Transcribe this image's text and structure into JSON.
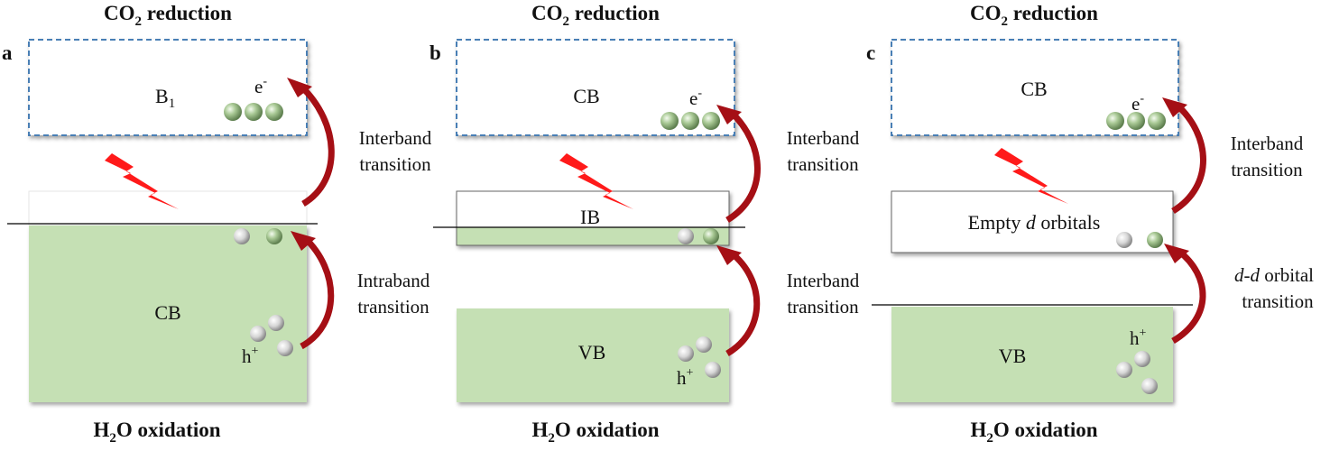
{
  "panels": [
    {
      "letter": "a",
      "top_header": {
        "pre": "CO",
        "sub": "2",
        "post": " reduction"
      },
      "bottom_header": {
        "pre": "H",
        "sub": "2",
        "post": "O oxidation"
      },
      "upper_band": {
        "main": "B",
        "sub": "1"
      },
      "middle_band": "",
      "lower_band": "CB",
      "electron_label": {
        "main": "e",
        "sup": "-"
      },
      "hole_label": {
        "main": "h",
        "sup": "+"
      },
      "upper_transition": [
        "Interband",
        "transition"
      ],
      "lower_transition": [
        "Intraband",
        "transition"
      ]
    },
    {
      "letter": "b",
      "top_header": {
        "pre": "CO",
        "sub": "2",
        "post": " reduction"
      },
      "bottom_header": {
        "pre": "H",
        "sub": "2",
        "post": "O oxidation"
      },
      "upper_band": {
        "main": "CB",
        "sub": ""
      },
      "middle_band": "IB",
      "lower_band": "VB",
      "electron_label": {
        "main": "e",
        "sup": "-"
      },
      "hole_label": {
        "main": "h",
        "sup": "+"
      },
      "upper_transition": [
        "Interband",
        "transition"
      ],
      "lower_transition": [
        "Interband",
        "transition"
      ]
    },
    {
      "letter": "c",
      "top_header": {
        "pre": "CO",
        "sub": "2",
        "post": " reduction"
      },
      "bottom_header": {
        "pre": "H",
        "sub": "2",
        "post": "O oxidation"
      },
      "upper_band": {
        "main": "CB",
        "sub": ""
      },
      "middle_band": {
        "pre": "Empty ",
        "italic": "d",
        "post": " orbitals"
      },
      "lower_band": "VB",
      "electron_label": {
        "main": "e",
        "sup": "-"
      },
      "hole_label": {
        "main": "h",
        "sup": "+"
      },
      "upper_transition": [
        "Interband",
        "transition"
      ],
      "lower_transition_parts": {
        "italic1": "d",
        "dash": "-",
        "italic2": "d",
        "rest": " orbital",
        "line2": "transition"
      }
    }
  ],
  "colors": {
    "band_fill": "#c5e0b4",
    "dashed_border": "#4a7fb5",
    "arrow": "#a50f15",
    "lightning": "#ff1a1a",
    "electron": "#9ec089",
    "hole": "#e0e0e0"
  }
}
